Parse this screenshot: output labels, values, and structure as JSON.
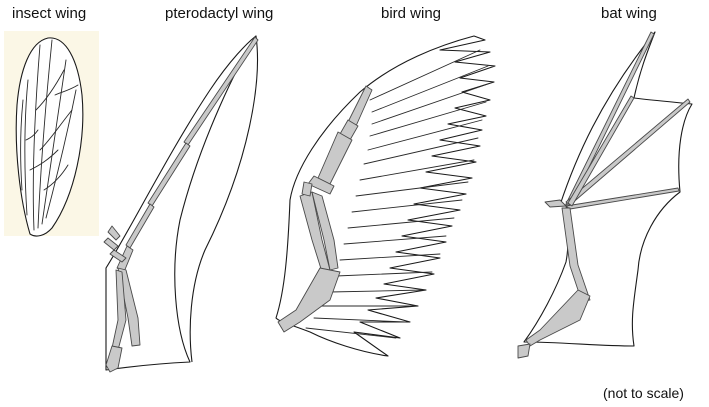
{
  "labels": {
    "insect": "insect wing",
    "pterodactyl": "pterodactyl wing",
    "bird": "bird wing",
    "bat": "bat wing"
  },
  "note": "(not to scale)",
  "colors": {
    "bone_fill": "#c9c9c9",
    "insect_background": "#fbf7e6",
    "outline": "#1a1a1a"
  }
}
